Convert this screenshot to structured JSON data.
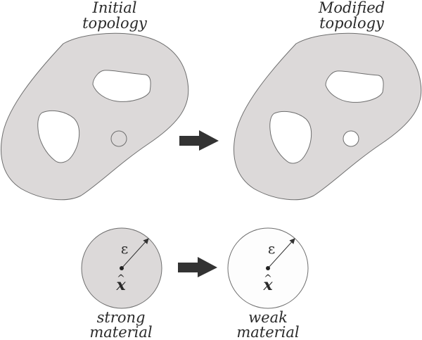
{
  "top": {
    "left_title": [
      "Initial",
      "topology"
    ],
    "right_title": [
      "Modified",
      "topology"
    ]
  },
  "bottom": {
    "left_label": [
      "strong",
      "material"
    ],
    "right_label": [
      "weak",
      "material"
    ],
    "radius_symbol": "ε",
    "point_symbol": "x",
    "point_hat": "^"
  },
  "colors": {
    "body_fill": "#dcd9d9",
    "outline": "#6e6e6e",
    "hole_fill": "#ffffff",
    "arrow_fill": "#333333",
    "text": "#2a2a2a"
  }
}
